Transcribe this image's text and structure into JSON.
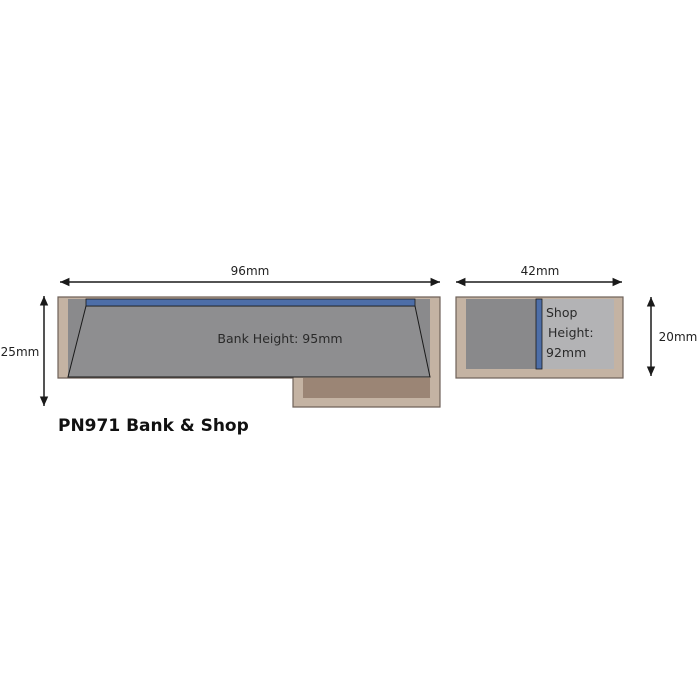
{
  "bank": {
    "width_label": "96mm",
    "depth_label": "25mm",
    "height_label": "Bank Height: 95mm"
  },
  "shop": {
    "width_label": "42mm",
    "depth_label": "20mm",
    "height_label_lines": [
      "Shop",
      "Height:",
      "92mm"
    ]
  },
  "product_title": "PN971 Bank & Shop",
  "colors": {
    "outline_tan": "#c4b3a3",
    "roof_grey": "#8a8a8c",
    "roof_light_grey": "#b3b3b5",
    "ridge_blue": "#4d6ea8",
    "floor_brown": "#9b8575",
    "line": "#1a1a1a"
  }
}
